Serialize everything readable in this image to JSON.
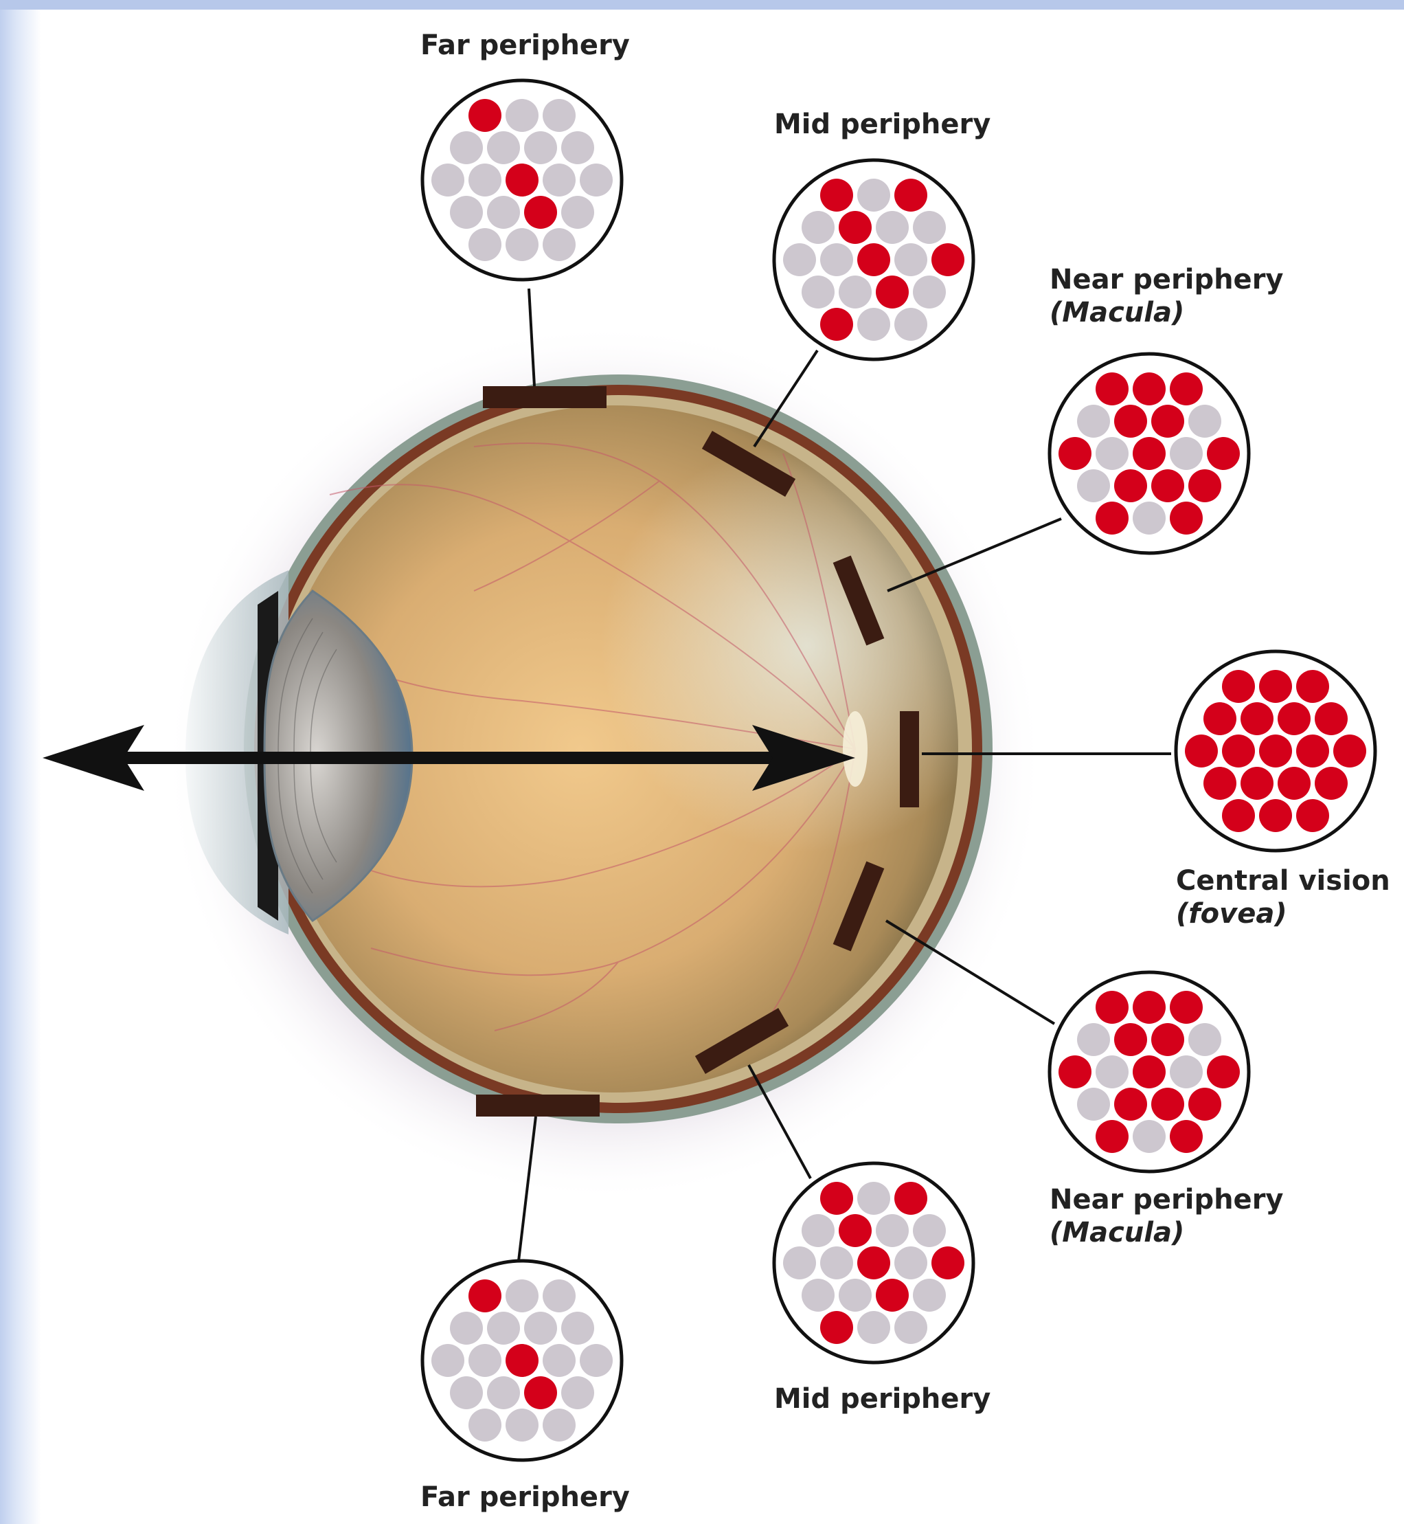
{
  "labels": {
    "far_top": "Far periphery",
    "mid_top": "Mid periphery",
    "near_top": "Near periphery",
    "near_top_sub": "(Macula)",
    "central": "Central vision",
    "central_sub": "(fovea)",
    "near_bottom": "Near periphery",
    "near_bottom_sub": "(Macula)",
    "mid_bottom": "Mid periphery",
    "far_bottom": "Far periphery"
  },
  "colors": {
    "cone": "#d4001a",
    "rod": "#cdc7cf",
    "patch": "#3b1c12",
    "arrow": "#111111"
  },
  "photoreceptor_insets": [
    {
      "region": "Far periphery (top)",
      "red_count": 3
    },
    {
      "region": "Mid periphery (top)",
      "red_count": 7
    },
    {
      "region": "Near periphery (top)",
      "red_count": 13
    },
    {
      "region": "Central vision",
      "red_count": 19
    },
    {
      "region": "Near periphery (bottom)",
      "red_count": 13
    },
    {
      "region": "Mid periphery (bottom)",
      "red_count": 7
    },
    {
      "region": "Far periphery (bottom)",
      "red_count": 3
    }
  ]
}
